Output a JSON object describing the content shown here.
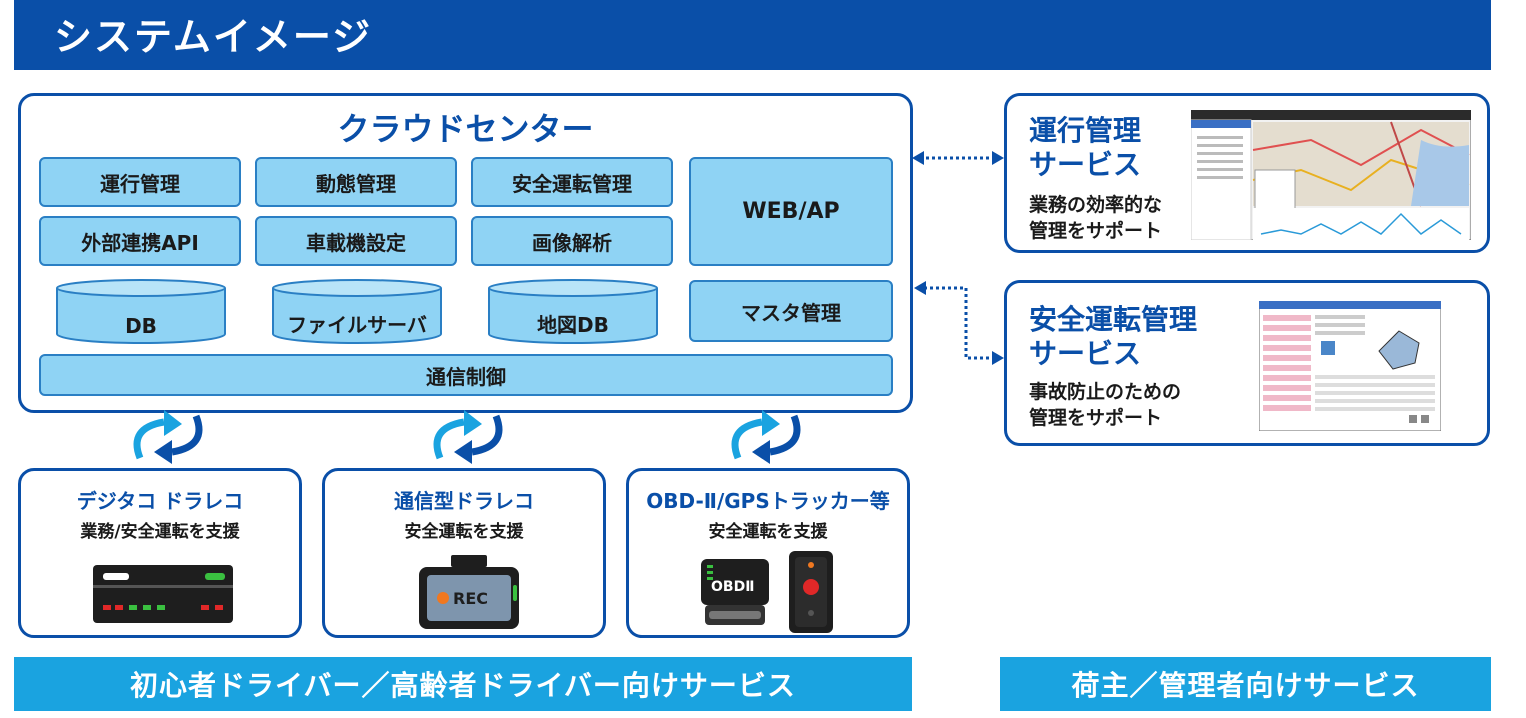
{
  "header": {
    "title": "システムイメージ"
  },
  "cloud": {
    "title": "クラウドセンター",
    "modules": [
      "運行管理",
      "動態管理",
      "安全運転管理",
      "外部連携API",
      "車載機設定",
      "画像解析"
    ],
    "web_ap": "WEB/AP",
    "master": "マスタ管理",
    "databases": [
      "DB",
      "ファイルサーバ",
      "地図DB"
    ],
    "comm": "通信制御"
  },
  "services": [
    {
      "title_line1": "運行管理",
      "title_line2": "サービス",
      "desc_line1": "業務の効率的な",
      "desc_line2": "管理をサポート"
    },
    {
      "title_line1": "安全運転管理",
      "title_line2": "サービス",
      "desc_line1": "事故防止のための",
      "desc_line2": "管理をサポート"
    }
  ],
  "devices": [
    {
      "title": "デジタコ ドラレコ",
      "desc": "業務/安全運転を支援"
    },
    {
      "title": "通信型ドラレコ",
      "desc": "安全運転を支援",
      "rec_label": "REC"
    },
    {
      "title": "OBD-Ⅱ/GPSトラッカー等",
      "desc": "安全運転を支援",
      "obd_label": "OBDⅡ"
    }
  ],
  "footer": {
    "left": "初心者ドライバー／高齢者ドライバー向けサービス",
    "right": "荷主／管理者向けサービス"
  },
  "colors": {
    "primary": "#0a4fa8",
    "module_fill": "#8fd3f4",
    "footer": "#1aa3e0"
  }
}
